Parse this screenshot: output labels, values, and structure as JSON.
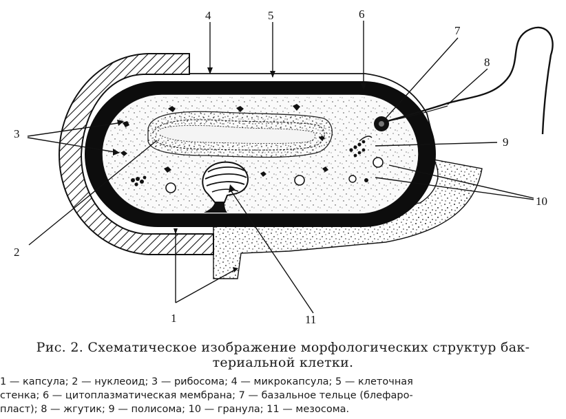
{
  "figure": {
    "callouts": {
      "c1": "1",
      "c2": "2",
      "c3": "3",
      "c4": "4",
      "c5": "5",
      "c6": "6",
      "c7": "7",
      "c8": "8",
      "c9": "9",
      "c10": "10",
      "c11": "11"
    }
  },
  "caption": {
    "line1": "Рис. 2. Схематическое изображение морфологических структур бак-",
    "line2": "териальной клетки."
  },
  "legend": {
    "line1": "1 — капсула;  2 — нуклеоид;  3 — рибосома;   4 — микрокапсула;   5 — клеточная",
    "line2": "стенка;  6 — цитоплазматическая   мембрана;  7 — базальное   тельце   (блефаро-",
    "line3": "пласт);  8 — жгутик;   9 — полисома;   10 — гранула;   11 — мезосома."
  }
}
